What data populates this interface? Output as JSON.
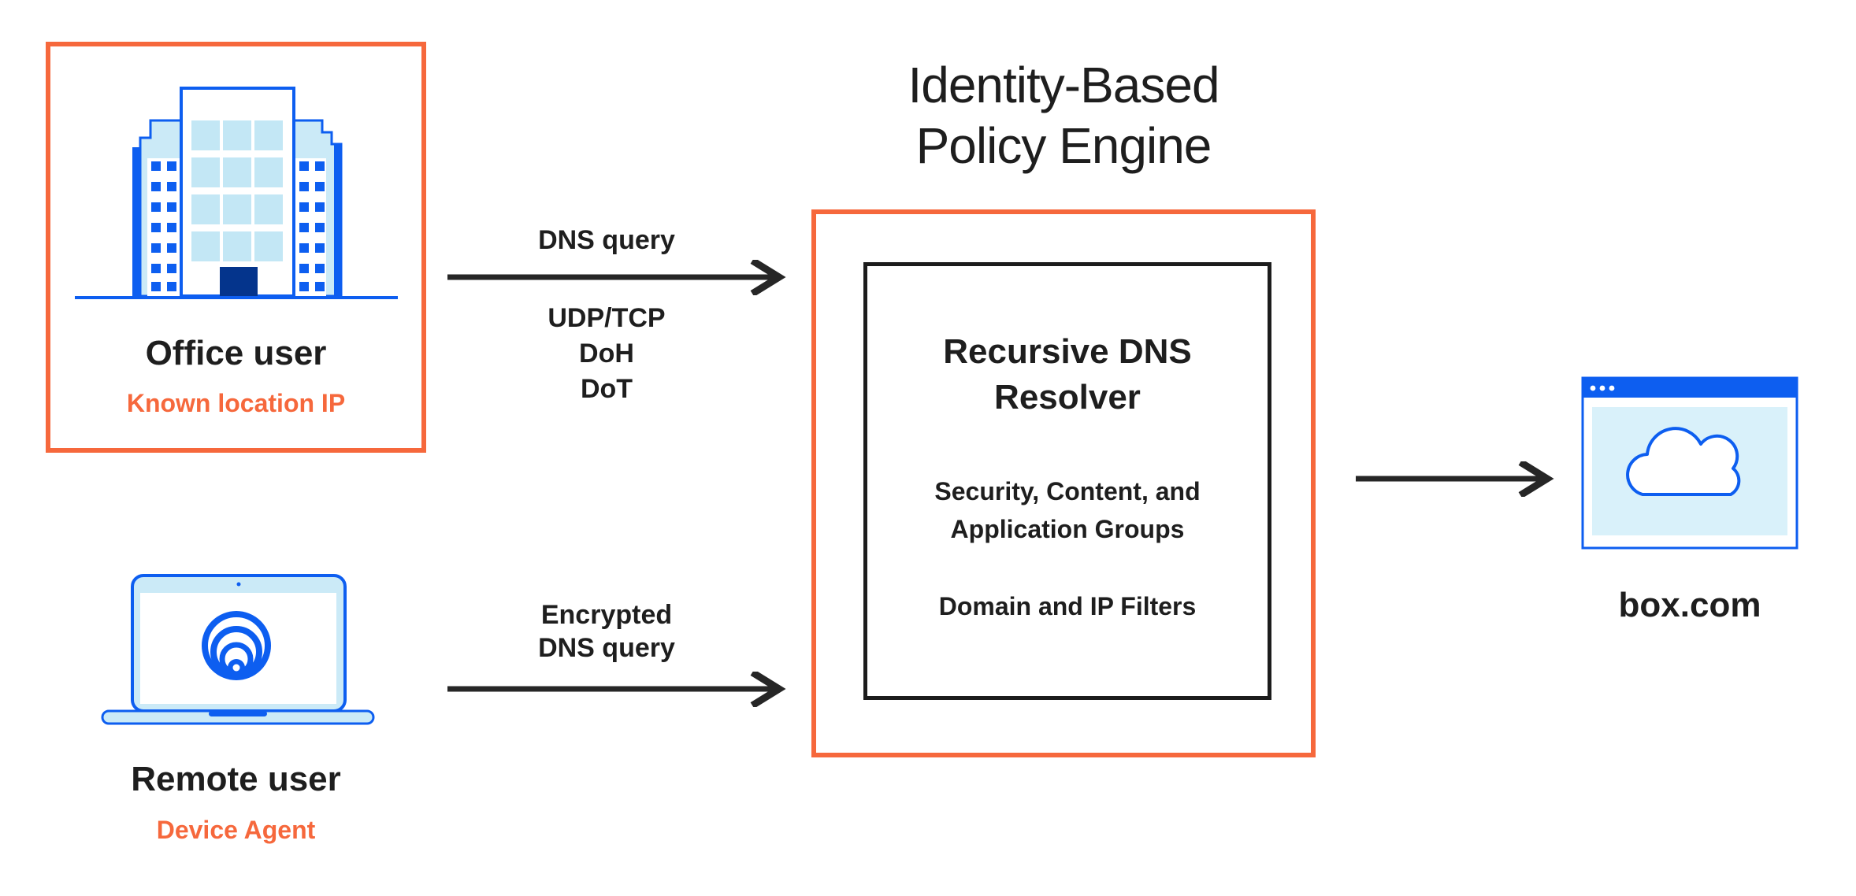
{
  "heading": {
    "line1": "Identity-Based",
    "line2": "Policy Engine"
  },
  "office": {
    "title": "Office user",
    "subtitle": "Known location IP"
  },
  "remote": {
    "title": "Remote user",
    "subtitle": "Device Agent"
  },
  "resolver": {
    "title_line1": "Recursive DNS",
    "title_line2": "Resolver",
    "groups_line1": "Security, Content, and",
    "groups_line2": "Application Groups",
    "filters": "Domain and IP Filters"
  },
  "arrows": {
    "dns": {
      "label": "DNS query",
      "protocols": [
        "UDP/TCP",
        "DoH",
        "DoT"
      ]
    },
    "encrypted": {
      "line1": "Encrypted",
      "line2": "DNS query"
    }
  },
  "destination": {
    "label": "box.com"
  },
  "colors": {
    "orange": "#F6683C",
    "blue": "#0D5EF0",
    "light_blue": "#CBEAF7",
    "pale_blue": "#D9F1FA",
    "window_blue": "#C3E7F5",
    "navy": "#04348C",
    "text": "#1E1E1E",
    "arrow": "#262626"
  }
}
